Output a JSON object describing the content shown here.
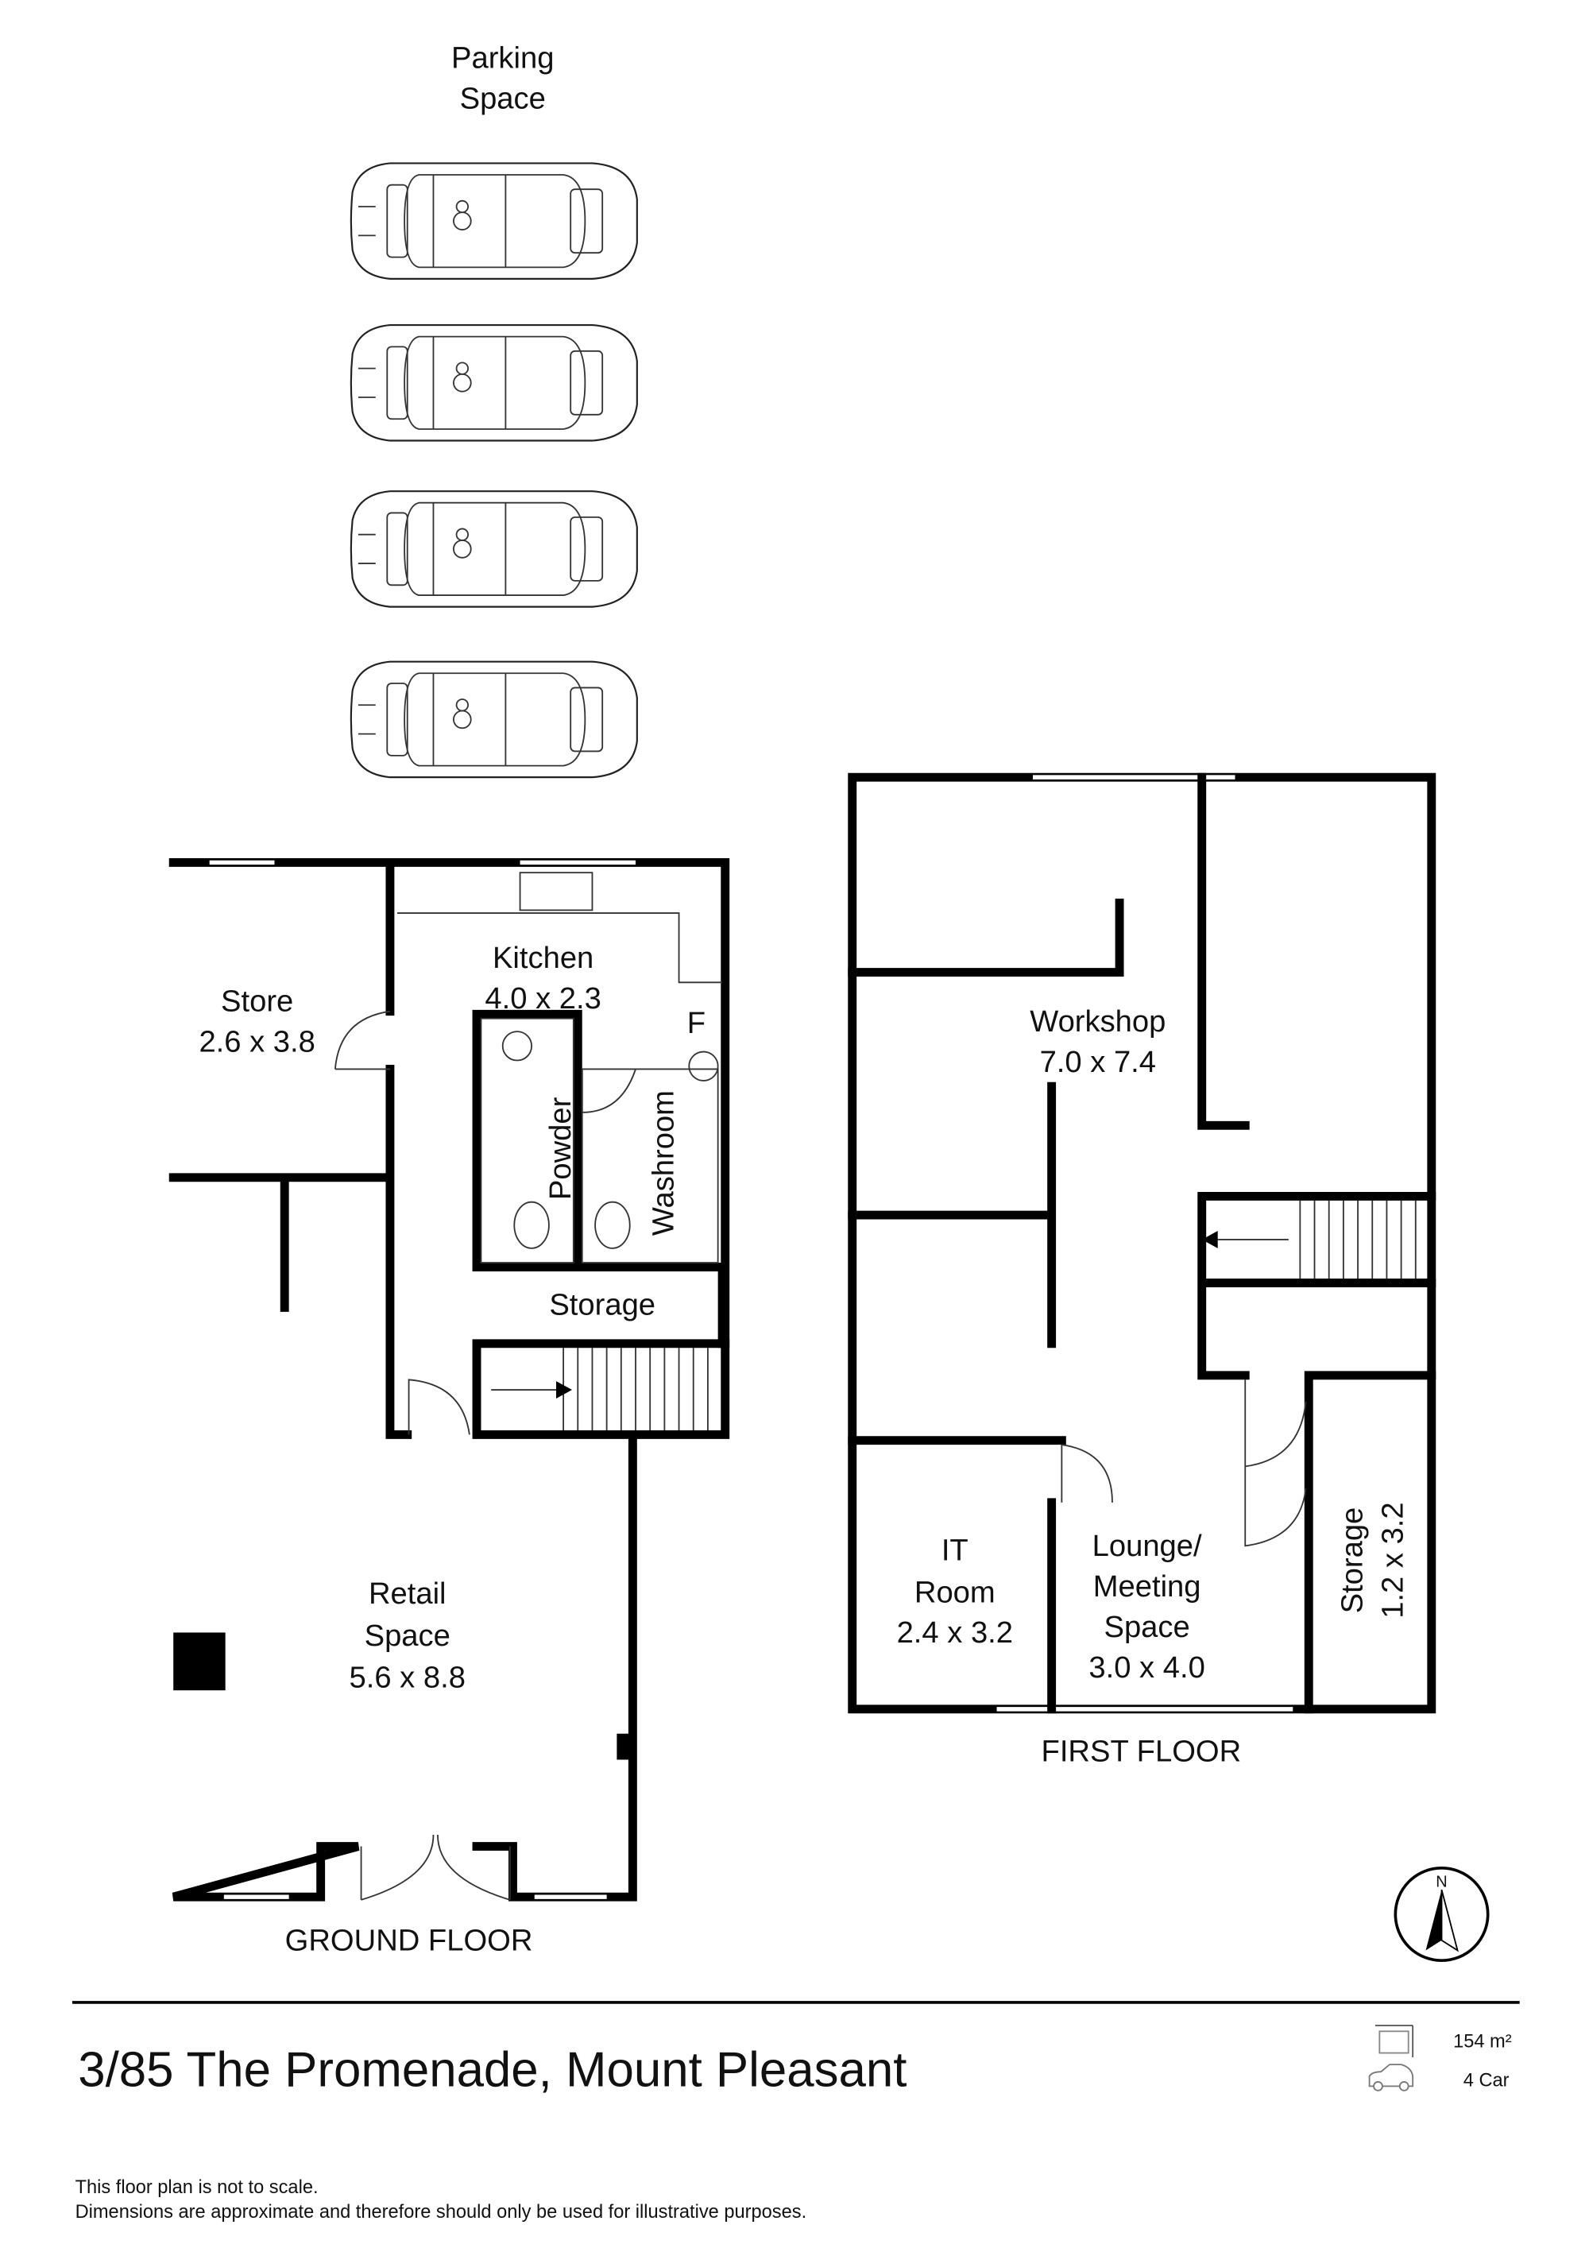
{
  "parking": {
    "label_line1": "Parking",
    "label_line2": "Space",
    "cars": 4
  },
  "ground_floor": {
    "title": "GROUND FLOOR",
    "rooms": [
      {
        "name": "Store",
        "dims": "2.6 x 3.8"
      },
      {
        "name": "Kitchen",
        "dims": "4.0 x 2.3"
      },
      {
        "name": "Powder"
      },
      {
        "name": "Washroom"
      },
      {
        "name": "Storage"
      },
      {
        "name_line1": "Retail",
        "name_line2": "Space",
        "dims": "5.6 x 8.8"
      }
    ],
    "fridge_label": "F"
  },
  "first_floor": {
    "title": "FIRST FLOOR",
    "rooms": [
      {
        "name": "Workshop",
        "dims": "7.0 x 7.4"
      },
      {
        "name_line1": "IT",
        "name_line2": "Room",
        "dims": "2.4 x 3.2"
      },
      {
        "name_line1": "Lounge/",
        "name_line2": "Meeting",
        "name_line3": "Space",
        "dims": "3.0 x 4.0"
      },
      {
        "name": "Storage",
        "dims": "1.2 x 3.2"
      }
    ]
  },
  "compass": {
    "label": "N"
  },
  "address": "3/85 The Promenade, Mount Pleasant",
  "stats": {
    "area": "154 m²",
    "cars": "4 Car"
  },
  "disclaimer": {
    "line1": "This floor plan is not to scale.",
    "line2": "Dimensions are approximate and therefore should only be used for illustrative purposes."
  }
}
